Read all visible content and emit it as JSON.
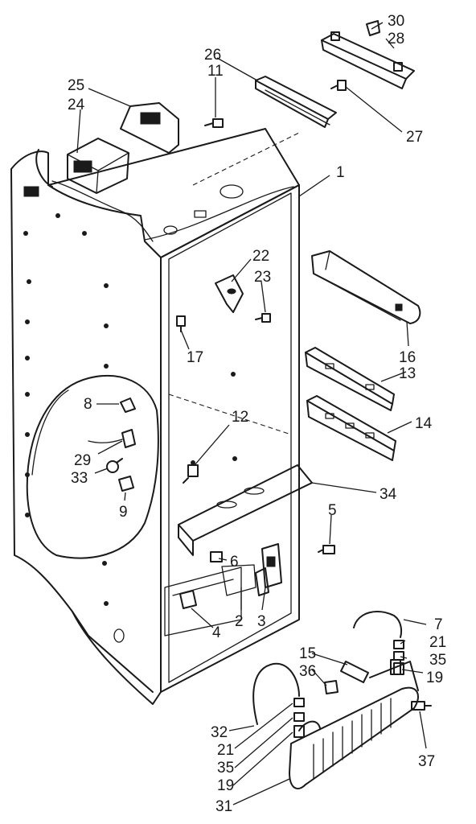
{
  "callouts": {
    "c30": "30",
    "c28": "28",
    "c26": "26",
    "c11": "11",
    "c25": "25",
    "c24": "24",
    "c27": "27",
    "c1": "1",
    "c22": "22",
    "c23": "23",
    "c17": "17",
    "c16": "16",
    "c13": "13",
    "c14": "14",
    "c8": "8",
    "c12": "12",
    "c29": "29",
    "c33": "33",
    "c9": "9",
    "c34": "34",
    "c5": "5",
    "c6": "6",
    "c2": "2",
    "c3": "3",
    "c4": "4",
    "c7": "7",
    "c21a": "21",
    "c35a": "35",
    "c19a": "19",
    "c15": "15",
    "c36": "36",
    "c32": "32",
    "c21b": "21",
    "c35b": "35",
    "c19b": "19",
    "c37": "37",
    "c31": "31"
  }
}
